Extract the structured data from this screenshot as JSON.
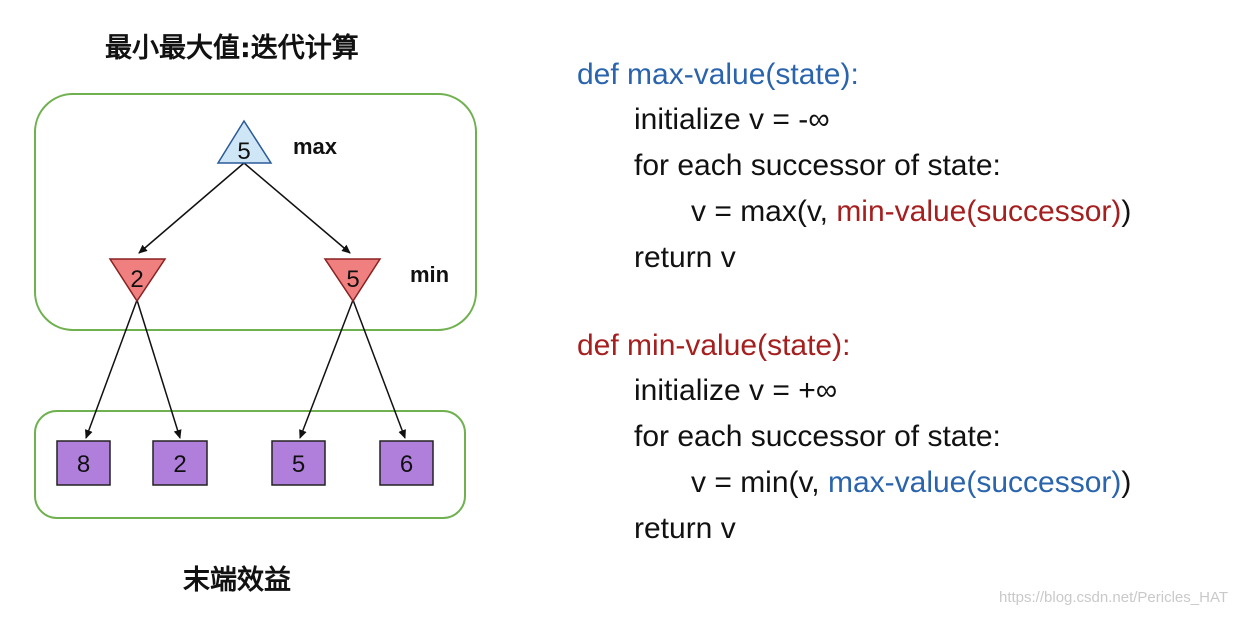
{
  "titles": {
    "top": "最小最大值:迭代计算",
    "bottom": "末端效益"
  },
  "tree": {
    "max_label": "max",
    "min_label": "min",
    "root": {
      "value": "5",
      "type": "max"
    },
    "min_nodes": [
      {
        "value": "2",
        "type": "min"
      },
      {
        "value": "5",
        "type": "min"
      }
    ],
    "leaves": [
      {
        "value": "8"
      },
      {
        "value": "2"
      },
      {
        "value": "5"
      },
      {
        "value": "6"
      }
    ]
  },
  "colors": {
    "max_node_fill": "#cfe6f7",
    "min_node_fill": "#f08080",
    "leaf_fill": "#b07fdc",
    "group_border": "#6fb04f",
    "code_blue": "#2a64ad",
    "code_red": "#a51f1f"
  },
  "code": {
    "max_fn": {
      "def": "def max-value(state):",
      "init": "initialize v = -∞",
      "loop": "for each successor of state:",
      "assign_prefix": "v = max(v, ",
      "assign_call": "min-value(successor)",
      "assign_suffix": ")",
      "ret": "return v"
    },
    "min_fn": {
      "def": "def min-value(state):",
      "init": "initialize v = +∞",
      "loop": "for each successor of state:",
      "assign_prefix": "v = min(v, ",
      "assign_call": "max-value(successor)",
      "assign_suffix": ")",
      "ret": "return v"
    }
  },
  "watermark": "https://blog.csdn.net/Pericles_HAT"
}
